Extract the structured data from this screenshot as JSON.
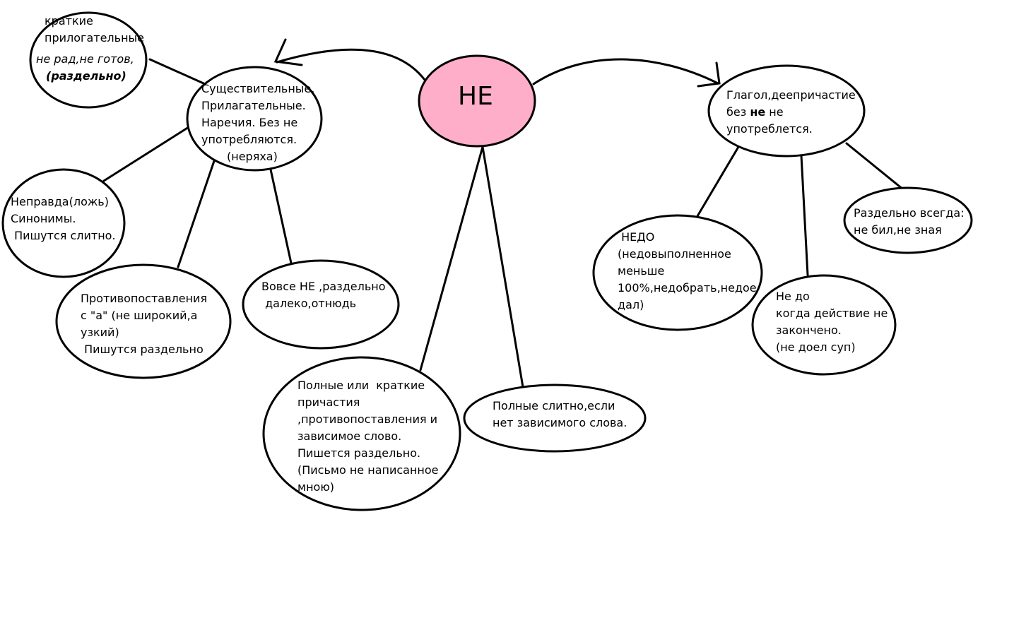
{
  "center": {
    "text": "НЕ"
  },
  "nodes": {
    "short_adj": {
      "line1": "краткие",
      "line2": "прилогательные",
      "line3": "не рад,не готов,",
      "line4": "(раздельно)"
    },
    "nouns": {
      "line1": "Существительные.",
      "line2": "Прилагательные.",
      "line3": "Наречия. Без не",
      "line4": "употребляются.",
      "line5": "(неряха)"
    },
    "synonyms": {
      "line1": "Неправда(ложь)",
      "line2": "Синонимы.",
      "line3": " Пишутся слитно."
    },
    "contrast": {
      "line1": "Противопоставления",
      "line2": "с \"а\" (не широкий,а",
      "line3": "узкий)",
      "line4": " Пишутся раздельно"
    },
    "vovse": {
      "line1": "Вовсе НЕ ,раздельно",
      "line2": " далеко,отнюдь"
    },
    "participles": {
      "line1": "Полные или  краткие",
      "line2": "причастия",
      "line3": ",противопоставления и",
      "line4": "зависимое слово.",
      "line5": "Пишется раздельно.",
      "line6": "(Письмо не написанное",
      "line7": "мною)"
    },
    "full_solid": {
      "line1": "Полные слитно,если",
      "line2": "нет зависимого слова."
    },
    "verb": {
      "line1": "Глагол,деепричастие",
      "line2_a": "без ",
      "line2_b": "не",
      "line2_c": " не",
      "line3": "употреблется."
    },
    "nedo": {
      "line1": " НЕДО",
      "line2": "(недовыполненное",
      "line3": "меньше",
      "line4": "100%,недобрать,недое",
      "line5": "дал)"
    },
    "ne_do": {
      "line1": "Не до",
      "line2": "когда действие не",
      "line3": "закончено.",
      "line4": "(не доел суп)"
    },
    "separate_always": {
      "line1": "Раздельно всегда:",
      "line2": "не бил,не зная"
    }
  },
  "colors": {
    "center_fill": "#ffaec9",
    "node_fill": "#ffffff",
    "stroke": "#000000"
  }
}
